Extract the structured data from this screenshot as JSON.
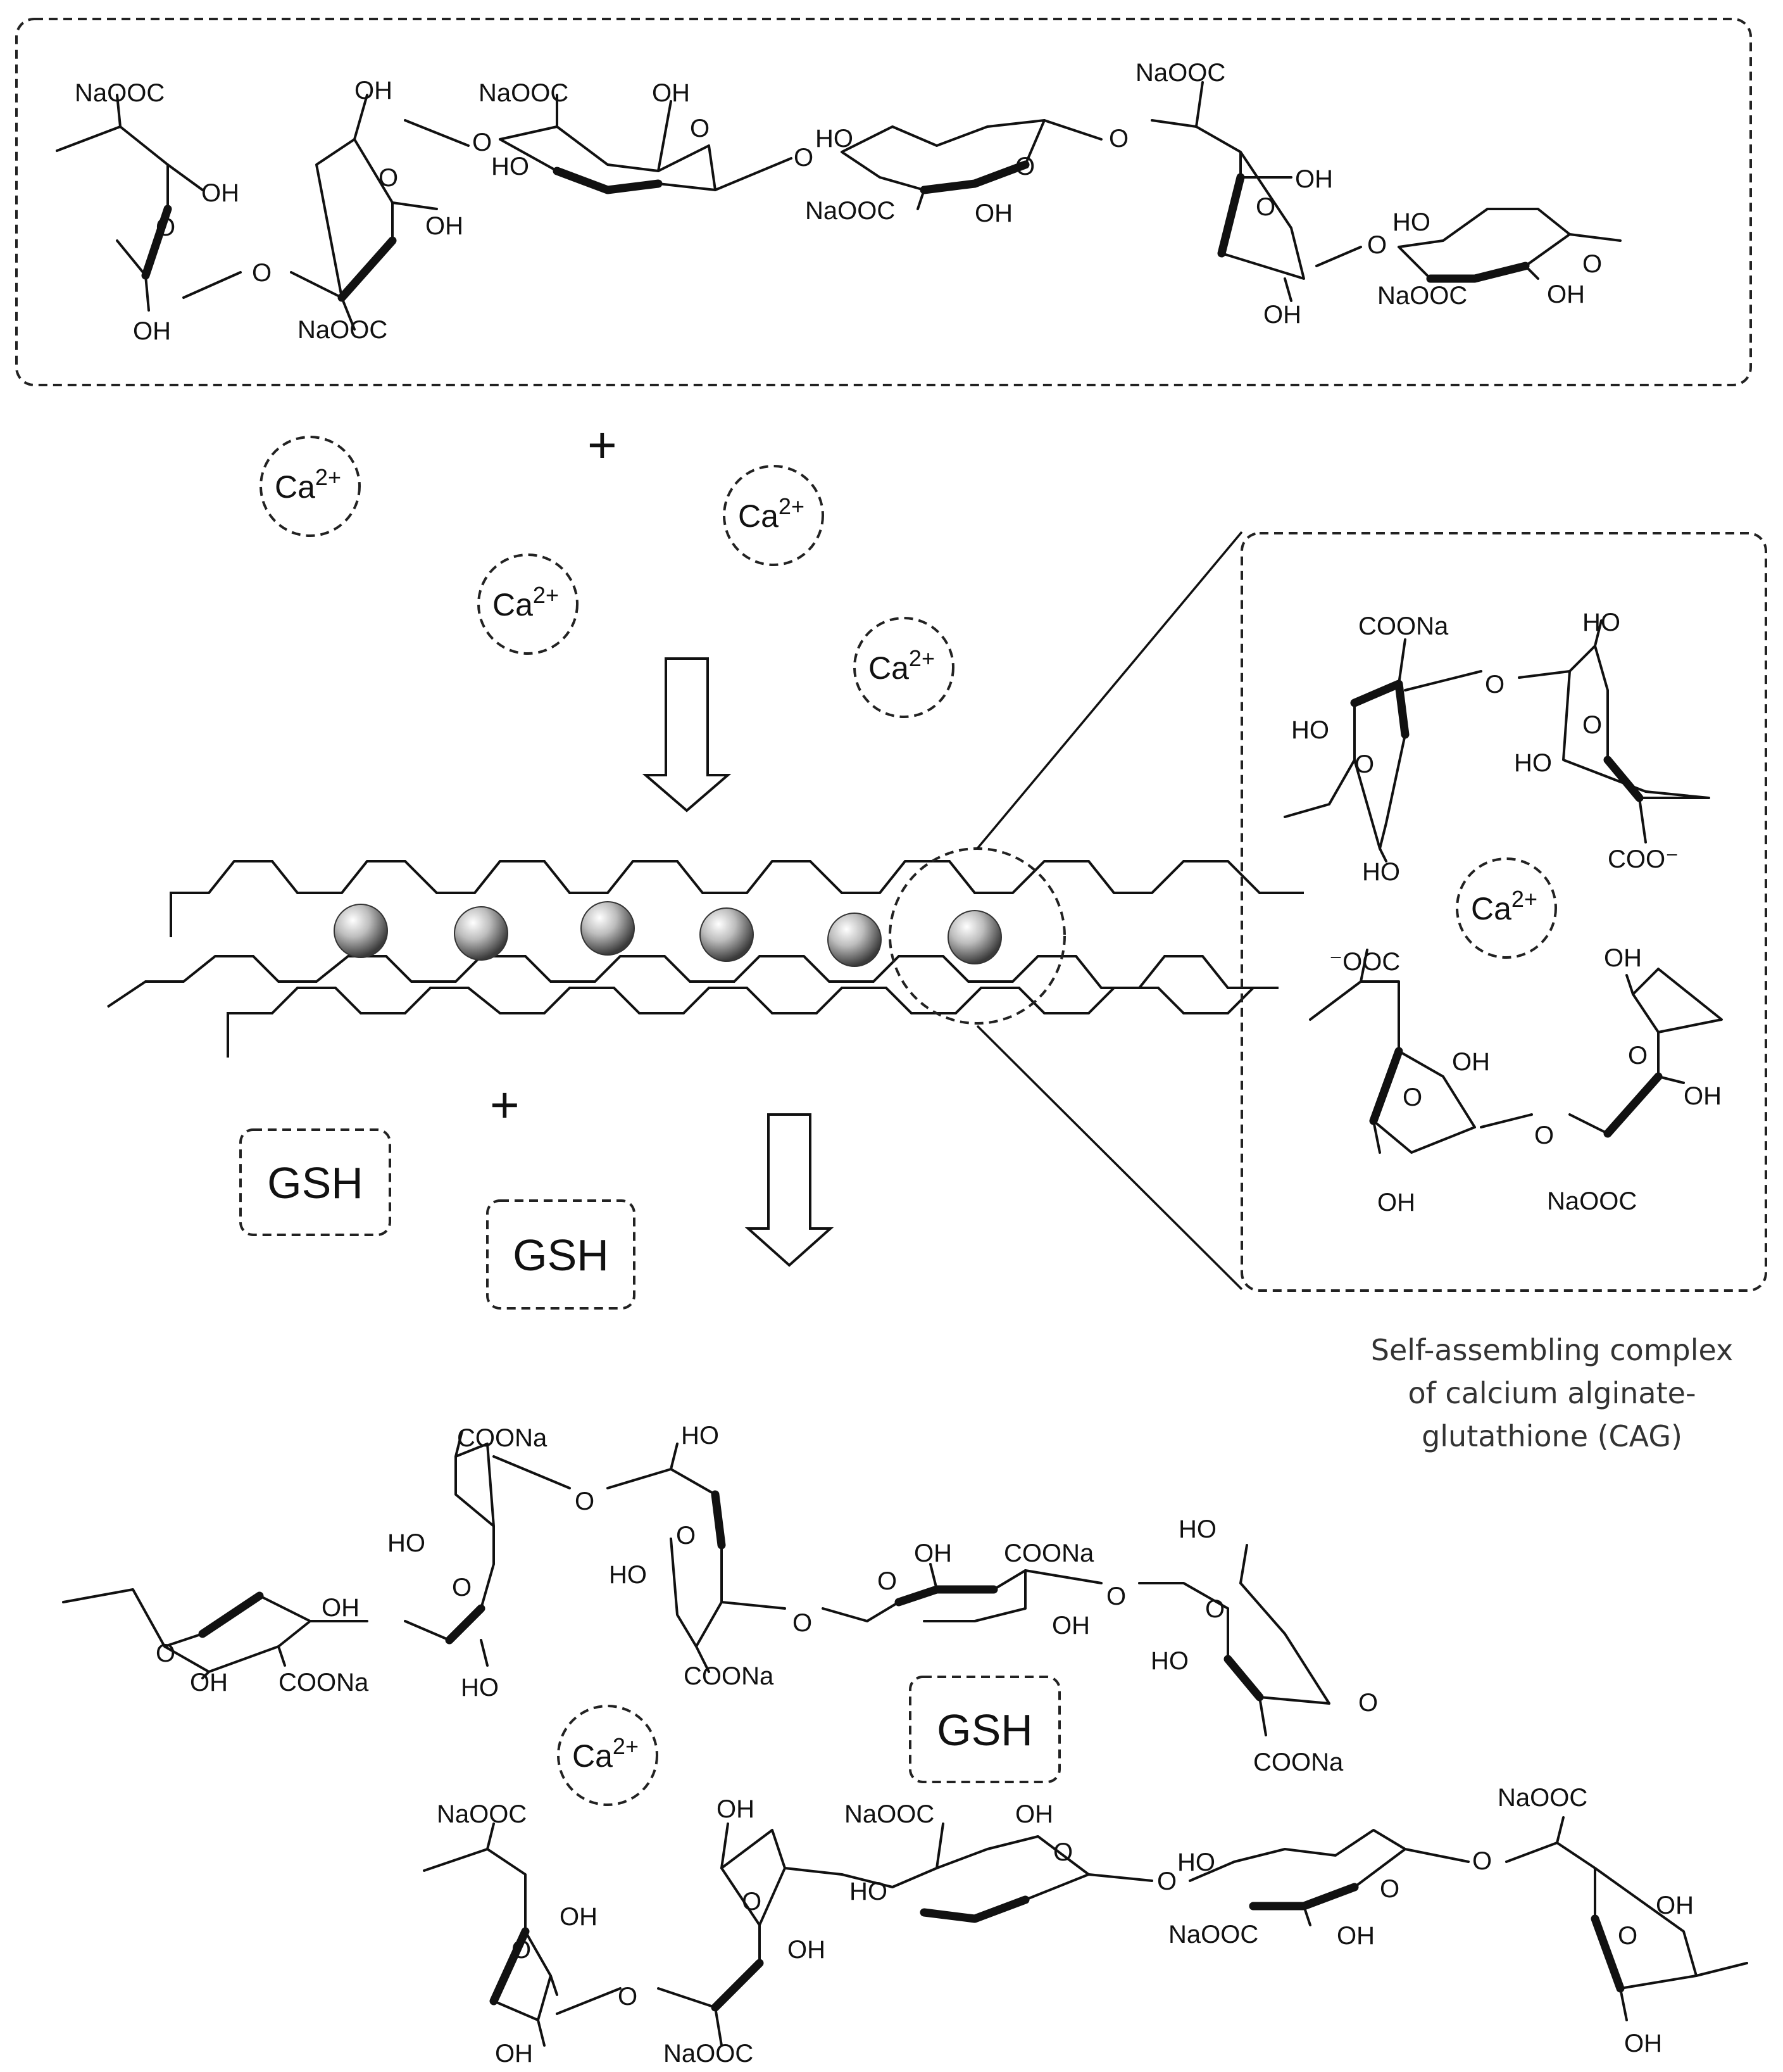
{
  "groups": {
    "naooc": "NaOOC",
    "coona": "COONa",
    "oh": "OH",
    "ho": "HO",
    "o": "O",
    "coo_minus": "COO⁻",
    "minus_ooc": "⁻OOC"
  },
  "ion": {
    "base": "Ca",
    "charge": "2+"
  },
  "plus_sign": "+",
  "gsh": "GSH",
  "caption": {
    "line1": "Self-assembling complex",
    "line2": "of calcium alginate-",
    "line3": "glutathione (CAG)"
  }
}
